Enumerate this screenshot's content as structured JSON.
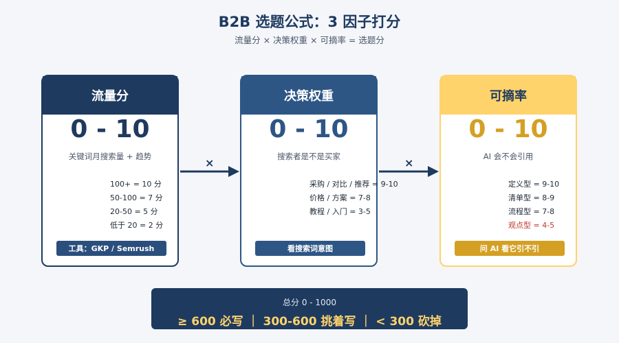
{
  "title": "B2B 选题公式：3 因子打分",
  "subtitle": "流量分 × 决策权重 × 可摘率 = 选题分",
  "operator": "×",
  "cards": [
    {
      "title": "流量分",
      "range": "0 - 10",
      "description": "关键词月搜索量 + 趋势",
      "items": [
        "100+ = 10 分",
        "50-100 = 7 分",
        "20-50 = 5 分",
        "低于 20 = 2 分"
      ],
      "tool": "工具：GKP / Semrush"
    },
    {
      "title": "决策权重",
      "range": "0 - 10",
      "description": "搜索者是不是买家",
      "items": [
        "采购 / 对比 / 推荐 = 9-10",
        "价格 / 方案 = 7-8",
        "教程 / 入门 = 3-5"
      ],
      "tool": "看搜索词意图"
    },
    {
      "title": "可摘率",
      "range": "0 - 10",
      "description": "AI 会不会引用",
      "items": [
        "定义型 = 9-10",
        "清单型 = 8-9",
        "流程型 = 7-8",
        "观点型 = 4-5"
      ],
      "tool": "问 AI 看它引不引"
    }
  ],
  "summary": {
    "label": "总分 0 - 1000",
    "rule": "≥ 600 必写 ｜ 300-600 挑着写 ｜ < 300 砍掉"
  },
  "colors": {
    "navy": "#1e3a5f",
    "blue": "#2e5685",
    "gold": "#ffd36b",
    "gold_dark": "#d4a024",
    "warning": "#c0392b"
  }
}
